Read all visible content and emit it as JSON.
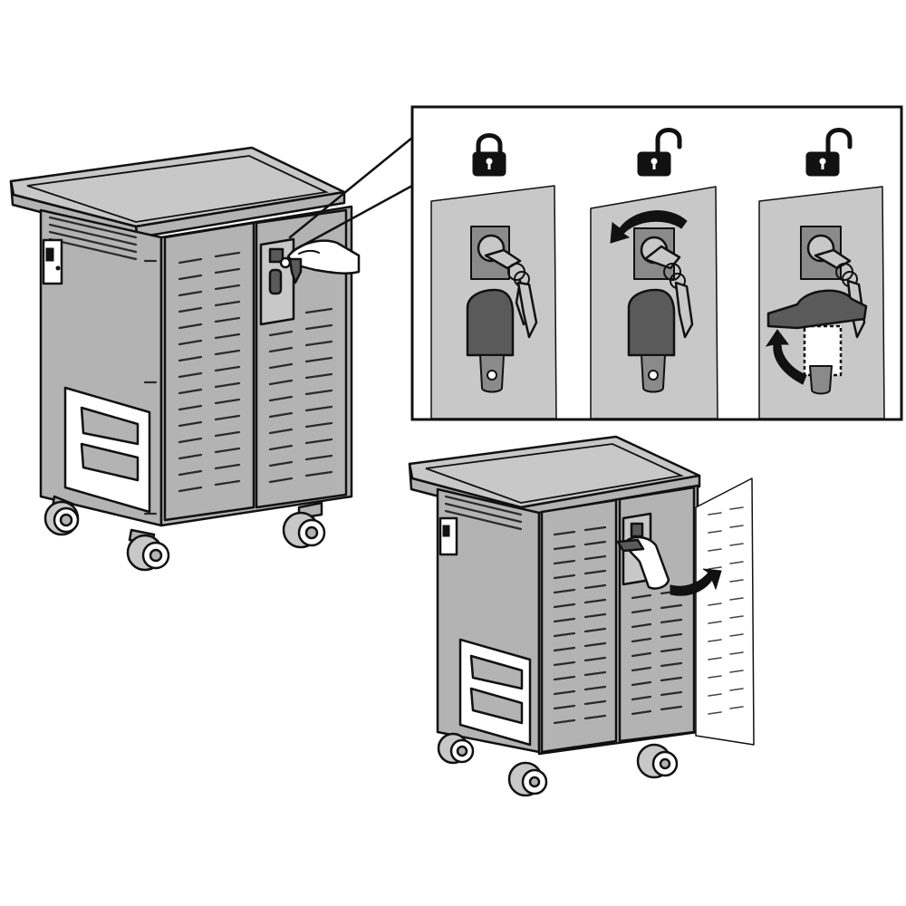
{
  "figure": {
    "panels": [
      {
        "id": "locked",
        "lock_state": "locked",
        "lock_icon": "closed-padlock-icon"
      },
      {
        "id": "unlocked-turn",
        "lock_state": "unlocked",
        "lock_icon": "open-padlock-icon",
        "action": "turn-key-counterclockwise"
      },
      {
        "id": "unlocked-handle",
        "lock_state": "unlocked",
        "lock_icon": "open-padlock-icon",
        "action": "lift-handle"
      }
    ],
    "carts": [
      {
        "id": "cart-closed",
        "state": "door-closed"
      },
      {
        "id": "cart-open",
        "state": "door-opening"
      }
    ],
    "colors": {
      "line": "#111111",
      "body": "#b3b3b3",
      "panel": "#c8c8c8",
      "handle": "#5a5a5a",
      "background": "#ffffff"
    }
  }
}
